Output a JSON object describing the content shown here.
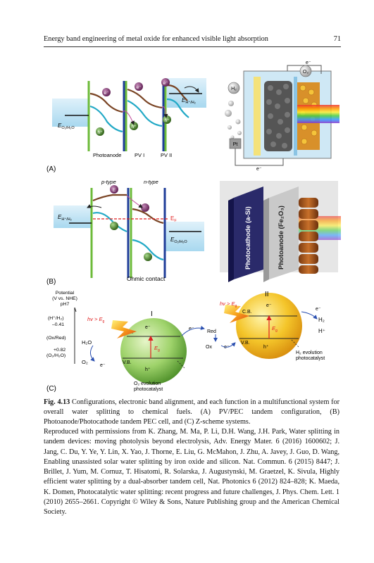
{
  "header": {
    "running_title": "Energy band engineering of metal oxide for enhanced visible light absorption",
    "page_number": "71"
  },
  "figure": {
    "panel_a": {
      "label": "(A)",
      "electron": "e⁻",
      "hole": "h⁺",
      "o2": "O₂",
      "h2": "H₂",
      "pt": "Pt",
      "e_h": "E",
      "e_h_sub": "H⁺/H₂",
      "e_o": "E",
      "e_o_sub": "O₂/H₂O",
      "photoanode": "Photoanode",
      "pv1": "PV I",
      "pv2": "PV II"
    },
    "panel_b": {
      "label": "(B)",
      "ptype": "p-type",
      "ntype": "n-type",
      "ef": "E",
      "ef_sub": "F",
      "e_h": "E",
      "e_h_sub": "H⁺/H₂",
      "e_o": "E",
      "e_o_sub": "O₂/H₂O",
      "ohmic": "Ohmic contact",
      "photocathode": "Photocathode (a-Si)",
      "photoanode": "Photoanode (Fe₂O₃)"
    },
    "panel_c": {
      "label": "(C)",
      "potential": "Potential",
      "potential2": "(V vs. NHE)",
      "ph": "pH7",
      "h_couple": "(H⁺/H₂)",
      "h_val": "–0.41",
      "redox": "(Ox/Red)",
      "o_val": "+0.82",
      "o_couple": "(O₂/H₂O)",
      "hv": "hv > E",
      "hv_sub": "g",
      "roman1": "I",
      "roman2": "II",
      "cb": "C.B.",
      "vb": "V.B.",
      "eg": "E",
      "eg_sub": "g",
      "red": "Red",
      "ox": "Ox",
      "h2o": "H₂O",
      "o2": "O₂",
      "h2": "H₂",
      "hplus": "H⁺",
      "o2_evo1": "O₂ evolution",
      "o2_evo2": "photocatalyst",
      "h2_evo1": "H₂ evolution",
      "h2_evo2": "photocatalyst",
      "electron": "e⁻",
      "hole": "h⁺"
    },
    "colors": {
      "sky": "#bfe3f4",
      "green_bar": "#6dbb3a",
      "blue_bar": "#1f3d99",
      "brown_band": "#7a4424",
      "cyan_band": "#22a9c6",
      "purple_ball": "#7d2f6d",
      "hole_ball": "#3d6a1f",
      "ef_red": "#e02020",
      "yellow": "#f6c21a",
      "sphere": "#9ed36a"
    }
  },
  "caption": {
    "label": "Fig. 4.13",
    "text": "Configurations, electronic band alignment, and each function in a multifunctional system for overall water splitting to chemical fuels. (A) PV/PEC tandem configuration, (B) Photoanode/Photocathode tandem PEC cell, and (C) Z-scheme systems."
  },
  "credit": "Reproduced with permissions from K. Zhang, M. Ma, P. Li, D.H. Wang, J.H. Park, Water splitting in tandem devices: moving photolysis beyond electrolysis, Adv. Energy Mater. 6 (2016) 1600602; J. Jang, C. Du, Y. Ye, Y. Lin, X. Yao, J. Thorne, E. Liu, G. McMahon, J. Zhu, A. Javey, J. Guo, D. Wang, Enabling unassisted solar water splitting by iron oxide and silicon. Nat. Commun. 6 (2015) 8447; J. Brillet, J. Yum, M. Cornuz, T. Hisatomi, R. Solarska, J. Augustynski, M. Graetzel, K. Sivula, Highly efficient water splitting by a dual-absorber tandem cell, Nat. Photonics 6 (2012) 824–828; K. Maeda, K. Domen, Photocatalytic water splitting: recent progress and future challenges, J. Phys. Chem. Lett. 1 (2010) 2655–2661. Copyright © Wiley & Sons, Nature Publishing group and the American Chemical Society."
}
